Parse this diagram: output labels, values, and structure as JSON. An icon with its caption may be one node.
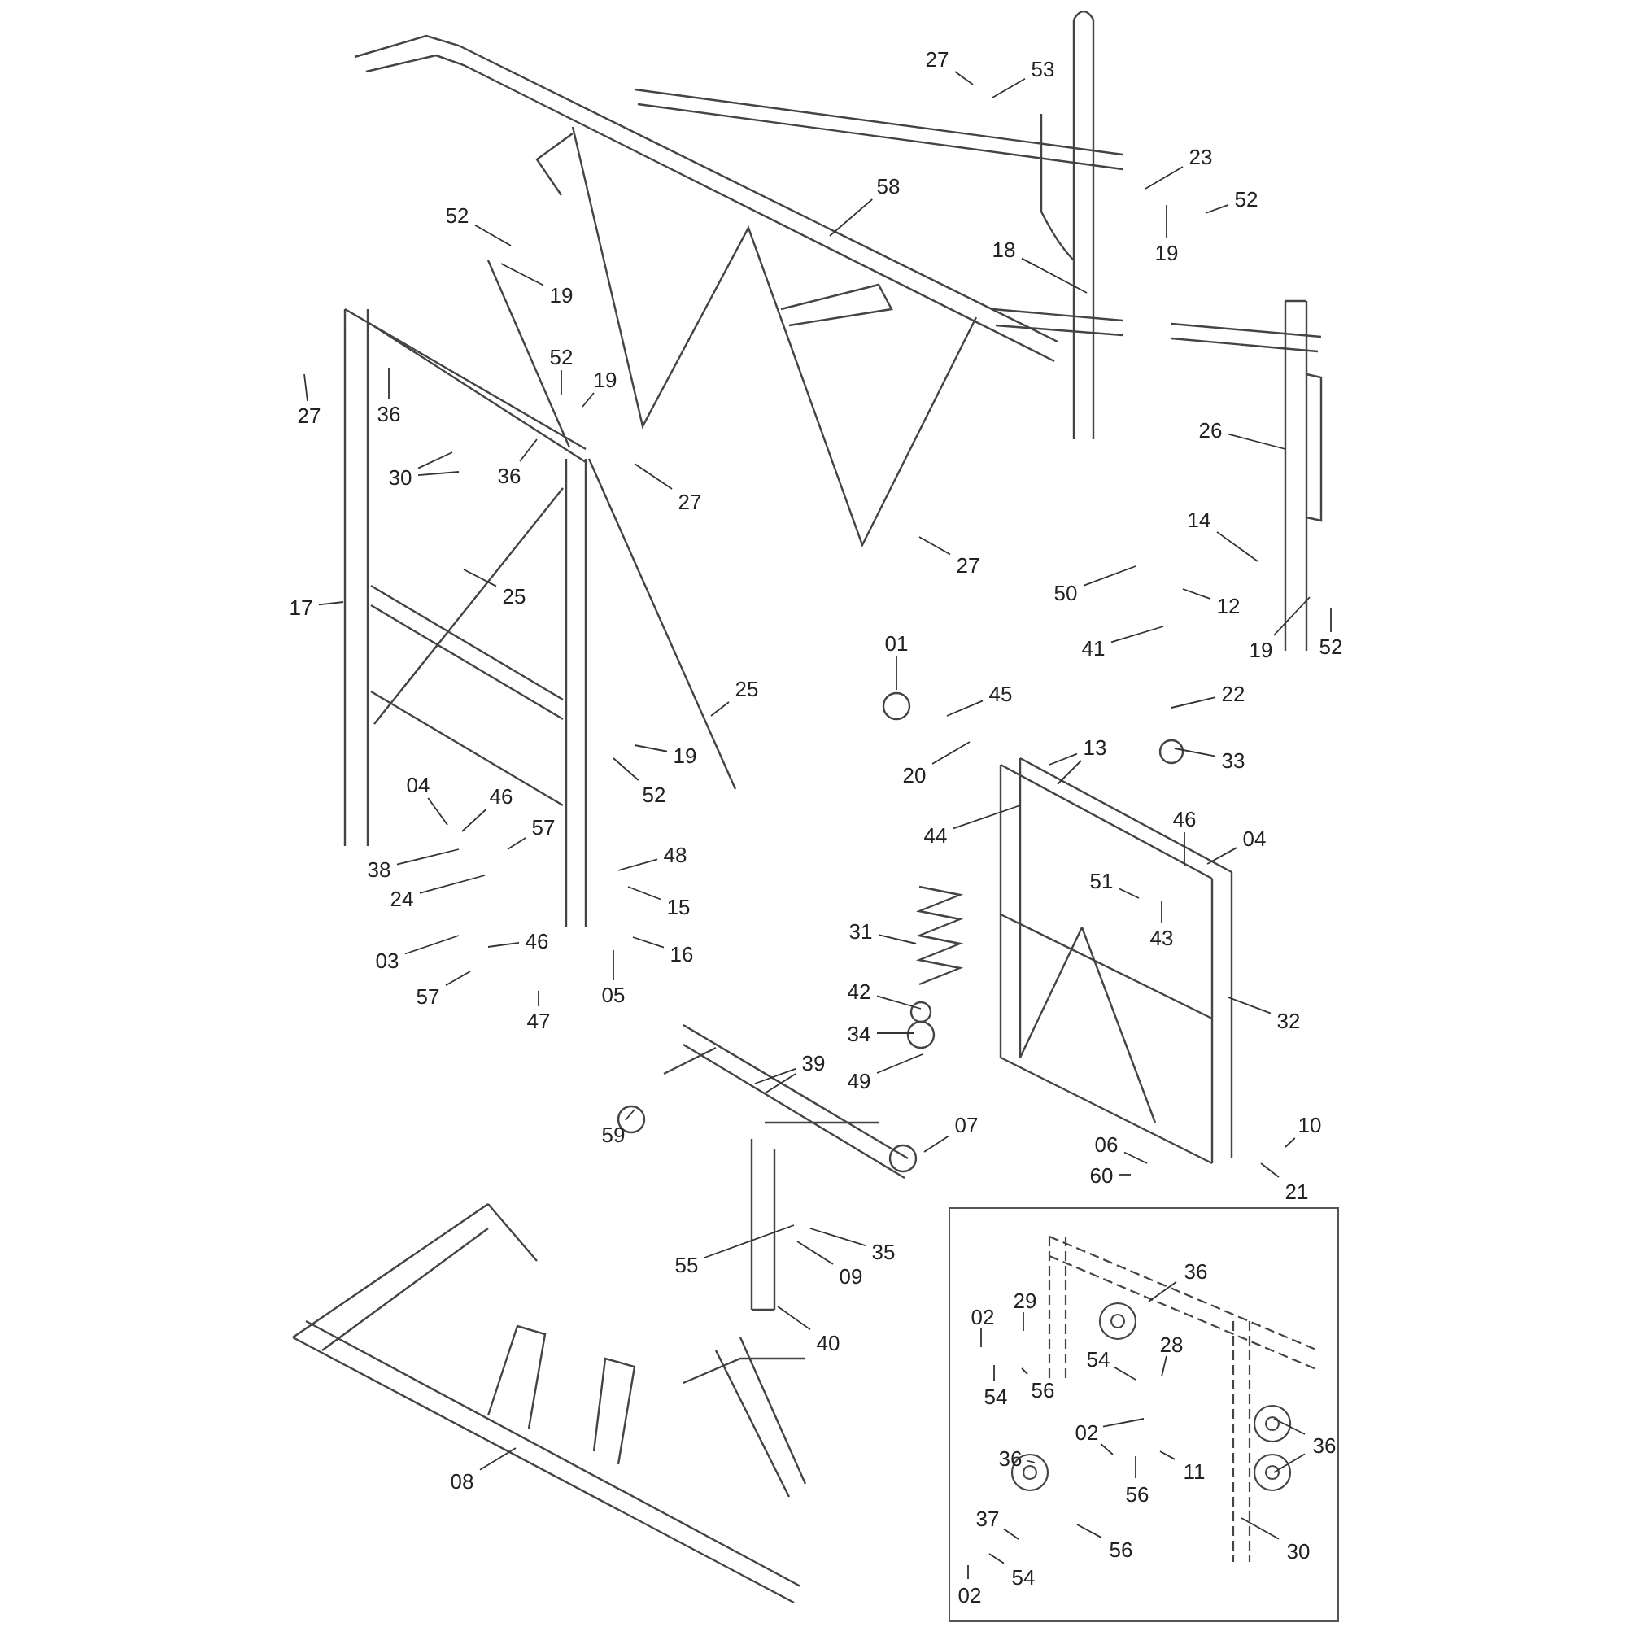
{
  "diagram": {
    "nodes": [
      {
        "text": [],
        "shape": "box"
      },
      {
        "text": [
          "27"
        ]
      },
      {
        "text": [
          "53"
        ]
      },
      {
        "text": [
          "58"
        ]
      },
      {
        "text": [
          "52"
        ]
      },
      {
        "text": [
          "23"
        ]
      },
      {
        "text": [
          "52"
        ]
      },
      {
        "text": [
          "18"
        ]
      },
      {
        "text": [
          "19"
        ]
      },
      {
        "text": [
          "19"
        ]
      },
      {
        "text": [
          "52"
        ]
      },
      {
        "text": [
          "19"
        ]
      },
      {
        "text": [
          "27"
        ]
      },
      {
        "text": [
          "36"
        ]
      },
      {
        "text": [
          "26"
        ]
      },
      {
        "text": [
          "30"
        ]
      },
      {
        "text": [
          "36"
        ]
      },
      {
        "text": [
          "27"
        ]
      },
      {
        "text": [
          "27"
        ]
      },
      {
        "text": [
          "14"
        ]
      },
      {
        "text": [
          "50"
        ]
      },
      {
        "text": [
          "12"
        ]
      },
      {
        "text": [
          "17"
        ]
      },
      {
        "text": [
          "25"
        ]
      },
      {
        "text": [
          "52"
        ]
      },
      {
        "text": [
          "19"
        ]
      },
      {
        "text": [
          "41"
        ]
      },
      {
        "text": [
          "01"
        ]
      },
      {
        "text": [
          "45"
        ]
      },
      {
        "text": [
          "25"
        ]
      },
      {
        "text": [
          "22"
        ]
      },
      {
        "text": [
          "19"
        ]
      },
      {
        "text": [
          "20"
        ]
      },
      {
        "text": [
          "13"
        ]
      },
      {
        "text": [
          "33"
        ]
      },
      {
        "text": [
          "52"
        ]
      },
      {
        "text": [
          "04"
        ]
      },
      {
        "text": [
          "46"
        ]
      },
      {
        "text": [
          "57"
        ]
      },
      {
        "text": [
          "44"
        ]
      },
      {
        "text": [
          "46"
        ]
      },
      {
        "text": [
          "04"
        ]
      },
      {
        "text": [
          "48"
        ]
      },
      {
        "text": [
          "38"
        ]
      },
      {
        "text": [
          "24"
        ]
      },
      {
        "text": [
          "51"
        ]
      },
      {
        "text": [
          "15"
        ]
      },
      {
        "text": [
          "43"
        ]
      },
      {
        "text": [
          "31"
        ]
      },
      {
        "text": [
          "03"
        ]
      },
      {
        "text": [
          "46"
        ]
      },
      {
        "text": [
          "16"
        ]
      },
      {
        "text": [
          "05"
        ]
      },
      {
        "text": [
          "57"
        ]
      },
      {
        "text": [
          "47"
        ]
      },
      {
        "text": [
          "32"
        ]
      },
      {
        "text": [
          "42"
        ]
      },
      {
        "text": [
          "34"
        ]
      },
      {
        "text": [
          "39"
        ]
      },
      {
        "text": [
          "49"
        ]
      },
      {
        "text": [
          "59"
        ]
      },
      {
        "text": [
          "07"
        ]
      },
      {
        "text": [
          "06"
        ]
      },
      {
        "text": [
          "10"
        ]
      },
      {
        "text": [
          "60"
        ]
      },
      {
        "text": [
          "21"
        ]
      },
      {
        "text": [
          "55"
        ]
      },
      {
        "text": [
          "35"
        ]
      },
      {
        "text": [
          "09"
        ]
      },
      {
        "text": [
          "40"
        ]
      },
      {
        "text": [
          "08"
        ]
      },
      {
        "text": [
          "36"
        ],
        "in": 0
      },
      {
        "text": [
          "29"
        ],
        "in": 0
      },
      {
        "text": [
          "02"
        ],
        "in": 0
      },
      {
        "text": [
          "28"
        ],
        "in": 0
      },
      {
        "text": [
          "54"
        ],
        "in": 0
      },
      {
        "text": [
          "56"
        ],
        "in": 0
      },
      {
        "text": [
          "54"
        ],
        "in": 0
      },
      {
        "text": [
          "02"
        ],
        "in": 0
      },
      {
        "text": [
          "36"
        ],
        "in": 0
      },
      {
        "text": [
          "36"
        ],
        "in": 0
      },
      {
        "text": [
          "11"
        ],
        "in": 0
      },
      {
        "text": [
          "56"
        ],
        "in": 0
      },
      {
        "text": [
          "37"
        ],
        "in": 0
      },
      {
        "text": [
          "56"
        ],
        "in": 0
      },
      {
        "text": [
          "30"
        ],
        "in": 0
      },
      {
        "text": [
          "54"
        ],
        "in": 0
      },
      {
        "text": [
          "02"
        ],
        "in": 0
      }
    ],
    "edges": [
      {
        "from": 1,
        "to": null,
        "arrow": "none"
      },
      {
        "from": 2,
        "to": null,
        "arrow": "none"
      },
      {
        "from": 3,
        "to": null,
        "arrow": "none"
      },
      {
        "from": 4,
        "to": null,
        "arrow": "none"
      },
      {
        "from": 5,
        "to": null,
        "arrow": "none"
      },
      {
        "from": 6,
        "to": null,
        "arrow": "none"
      },
      {
        "from": 7,
        "to": null,
        "arrow": "none"
      },
      {
        "from": 8,
        "to": null,
        "arrow": "none"
      },
      {
        "from": 9,
        "to": null,
        "arrow": "none"
      },
      {
        "from": 10,
        "to": null,
        "arrow": "none"
      },
      {
        "from": 11,
        "to": null,
        "arrow": "none"
      },
      {
        "from": 12,
        "to": null,
        "arrow": "none"
      },
      {
        "from": 13,
        "to": null,
        "arrow": "none"
      },
      {
        "from": 14,
        "to": null,
        "arrow": "none"
      },
      {
        "from": 15,
        "to": null,
        "arrow": "none"
      },
      {
        "from": 15,
        "to": null,
        "arrow": "none"
      },
      {
        "from": 16,
        "to": null,
        "arrow": "none"
      },
      {
        "from": 17,
        "to": null,
        "arrow": "none"
      },
      {
        "from": 18,
        "to": null,
        "arrow": "none"
      },
      {
        "from": 19,
        "to": null,
        "arrow": "none"
      },
      {
        "from": 20,
        "to": null,
        "arrow": "none"
      },
      {
        "from": 21,
        "to": null,
        "arrow": "none"
      },
      {
        "from": 22,
        "to": null,
        "arrow": "none"
      },
      {
        "from": 23,
        "to": null,
        "arrow": "none"
      },
      {
        "from": 24,
        "to": null,
        "arrow": "none"
      },
      {
        "from": 25,
        "to": null,
        "arrow": "none"
      },
      {
        "from": 26,
        "to": null,
        "arrow": "none"
      },
      {
        "from": 27,
        "to": null,
        "arrow": "none"
      },
      {
        "from": 28,
        "to": null,
        "arrow": "none"
      },
      {
        "from": 29,
        "to": null,
        "arrow": "none"
      },
      {
        "from": 30,
        "to": null,
        "arrow": "none"
      },
      {
        "from": 31,
        "to": null,
        "arrow": "none"
      },
      {
        "from": 32,
        "to": null,
        "arrow": "none"
      },
      {
        "from": 33,
        "to": null,
        "arrow": "none"
      },
      {
        "from": 33,
        "to": null,
        "arrow": "none"
      },
      {
        "from": 34,
        "to": null,
        "arrow": "none"
      },
      {
        "from": 35,
        "to": null,
        "arrow": "none"
      },
      {
        "from": 36,
        "to": null,
        "arrow": "none"
      },
      {
        "from": 37,
        "to": null,
        "arrow": "none"
      },
      {
        "from": 38,
        "to": null,
        "arrow": "none"
      },
      {
        "from": 39,
        "to": null,
        "arrow": "none"
      },
      {
        "from": 40,
        "to": null,
        "arrow": "none"
      },
      {
        "from": 41,
        "to": null,
        "arrow": "none"
      },
      {
        "from": 42,
        "to": null,
        "arrow": "none"
      },
      {
        "from": 43,
        "to": null,
        "arrow": "none"
      },
      {
        "from": 44,
        "to": null,
        "arrow": "none"
      },
      {
        "from": 45,
        "to": null,
        "arrow": "none"
      },
      {
        "from": 46,
        "to": null,
        "arrow": "none"
      },
      {
        "from": 47,
        "to": null,
        "arrow": "none"
      },
      {
        "from": 48,
        "to": null,
        "arrow": "none"
      },
      {
        "from": 49,
        "to": null,
        "arrow": "none"
      },
      {
        "from": 50,
        "to": null,
        "arrow": "none"
      },
      {
        "from": 51,
        "to": null,
        "arrow": "none"
      },
      {
        "from": 52,
        "to": null,
        "arrow": "none"
      },
      {
        "from": 53,
        "to": null,
        "arrow": "none"
      },
      {
        "from": 54,
        "to": null,
        "arrow": "none"
      },
      {
        "from": 55,
        "to": null,
        "arrow": "none"
      },
      {
        "from": 56,
        "to": null,
        "arrow": "none"
      },
      {
        "from": 57,
        "to": null,
        "arrow": "none"
      },
      {
        "from": 58,
        "to": null,
        "arrow": "none"
      },
      {
        "from": 58,
        "to": null,
        "arrow": "none"
      },
      {
        "from": 59,
        "to": null,
        "arrow": "none"
      },
      {
        "from": 60,
        "to": null,
        "arrow": "none"
      },
      {
        "from": 61,
        "to": null,
        "arrow": "none"
      },
      {
        "from": 62,
        "to": null,
        "arrow": "none"
      },
      {
        "from": 63,
        "to": null,
        "arrow": "none"
      },
      {
        "from": 64,
        "to": null,
        "arrow": "none"
      },
      {
        "from": 65,
        "to": null,
        "arrow": "none"
      },
      {
        "from": 66,
        "to": null,
        "arrow": "none"
      },
      {
        "from": 67,
        "to": null,
        "arrow": "none"
      },
      {
        "from": 68,
        "to": null,
        "arrow": "none"
      },
      {
        "from": 69,
        "to": null,
        "arrow": "none"
      },
      {
        "from": 70,
        "to": null,
        "arrow": "none"
      },
      {
        "from": 71,
        "to": null,
        "arrow": "none"
      },
      {
        "from": 72,
        "to": null,
        "arrow": "none"
      },
      {
        "from": 73,
        "to": null,
        "arrow": "none"
      },
      {
        "from": 74,
        "to": null,
        "arrow": "none"
      },
      {
        "from": 75,
        "to": null,
        "arrow": "none"
      },
      {
        "from": 76,
        "to": null,
        "arrow": "none"
      },
      {
        "from": 77,
        "to": null,
        "arrow": "none"
      },
      {
        "from": 78,
        "to": null,
        "arrow": "none"
      },
      {
        "from": 78,
        "to": null,
        "arrow": "none"
      },
      {
        "from": 79,
        "to": null,
        "arrow": "none"
      },
      {
        "from": 80,
        "to": null,
        "arrow": "none"
      },
      {
        "from": 80,
        "to": null,
        "arrow": "none"
      },
      {
        "from": 81,
        "to": null,
        "arrow": "none"
      },
      {
        "from": 82,
        "to": null,
        "arrow": "none"
      },
      {
        "from": 83,
        "to": null,
        "arrow": "none"
      },
      {
        "from": 84,
        "to": null,
        "arrow": "none"
      },
      {
        "from": 85,
        "to": null,
        "arrow": "none"
      },
      {
        "from": 86,
        "to": null,
        "arrow": "none"
      },
      {
        "from": 87,
        "to": null,
        "arrow": "none"
      }
    ]
  }
}
